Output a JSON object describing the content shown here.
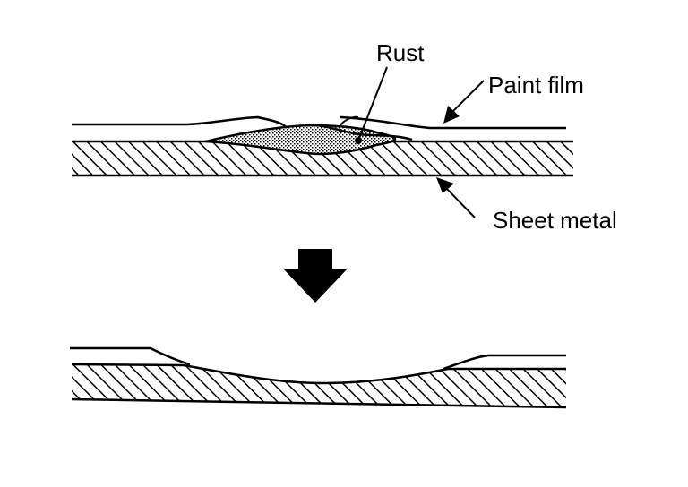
{
  "labels": {
    "rust": "Rust",
    "paint_film": "Paint film",
    "sheet_metal": "Sheet metal"
  },
  "colors": {
    "ink": "#000000",
    "background": "#ffffff"
  }
}
